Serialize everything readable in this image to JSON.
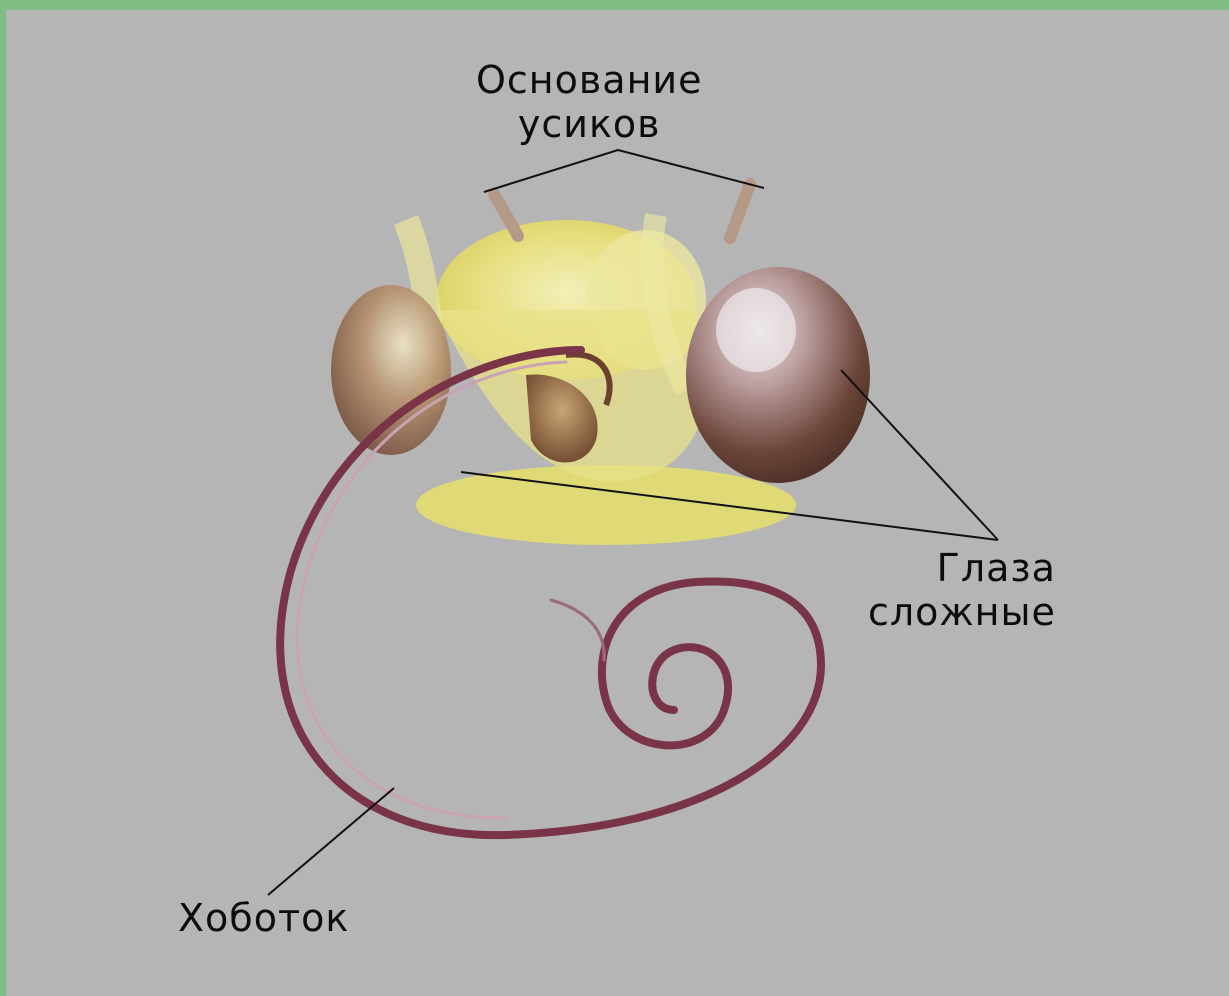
{
  "colors": {
    "frame": "#7fbf86",
    "background": "#b5b5b5",
    "head_yellow": "#e9e27a",
    "eye_brown": "#6e4a3a",
    "proboscis": "#7a3448",
    "leader_line": "#111111",
    "label_text": "#0c0c0c"
  },
  "labels": {
    "antennae_base": {
      "line1": "Основание",
      "line2": "усиков"
    },
    "compound_eyes": {
      "line1": "Глаза",
      "line2": "сложные"
    },
    "proboscis": {
      "line1": "Хоботок"
    }
  }
}
